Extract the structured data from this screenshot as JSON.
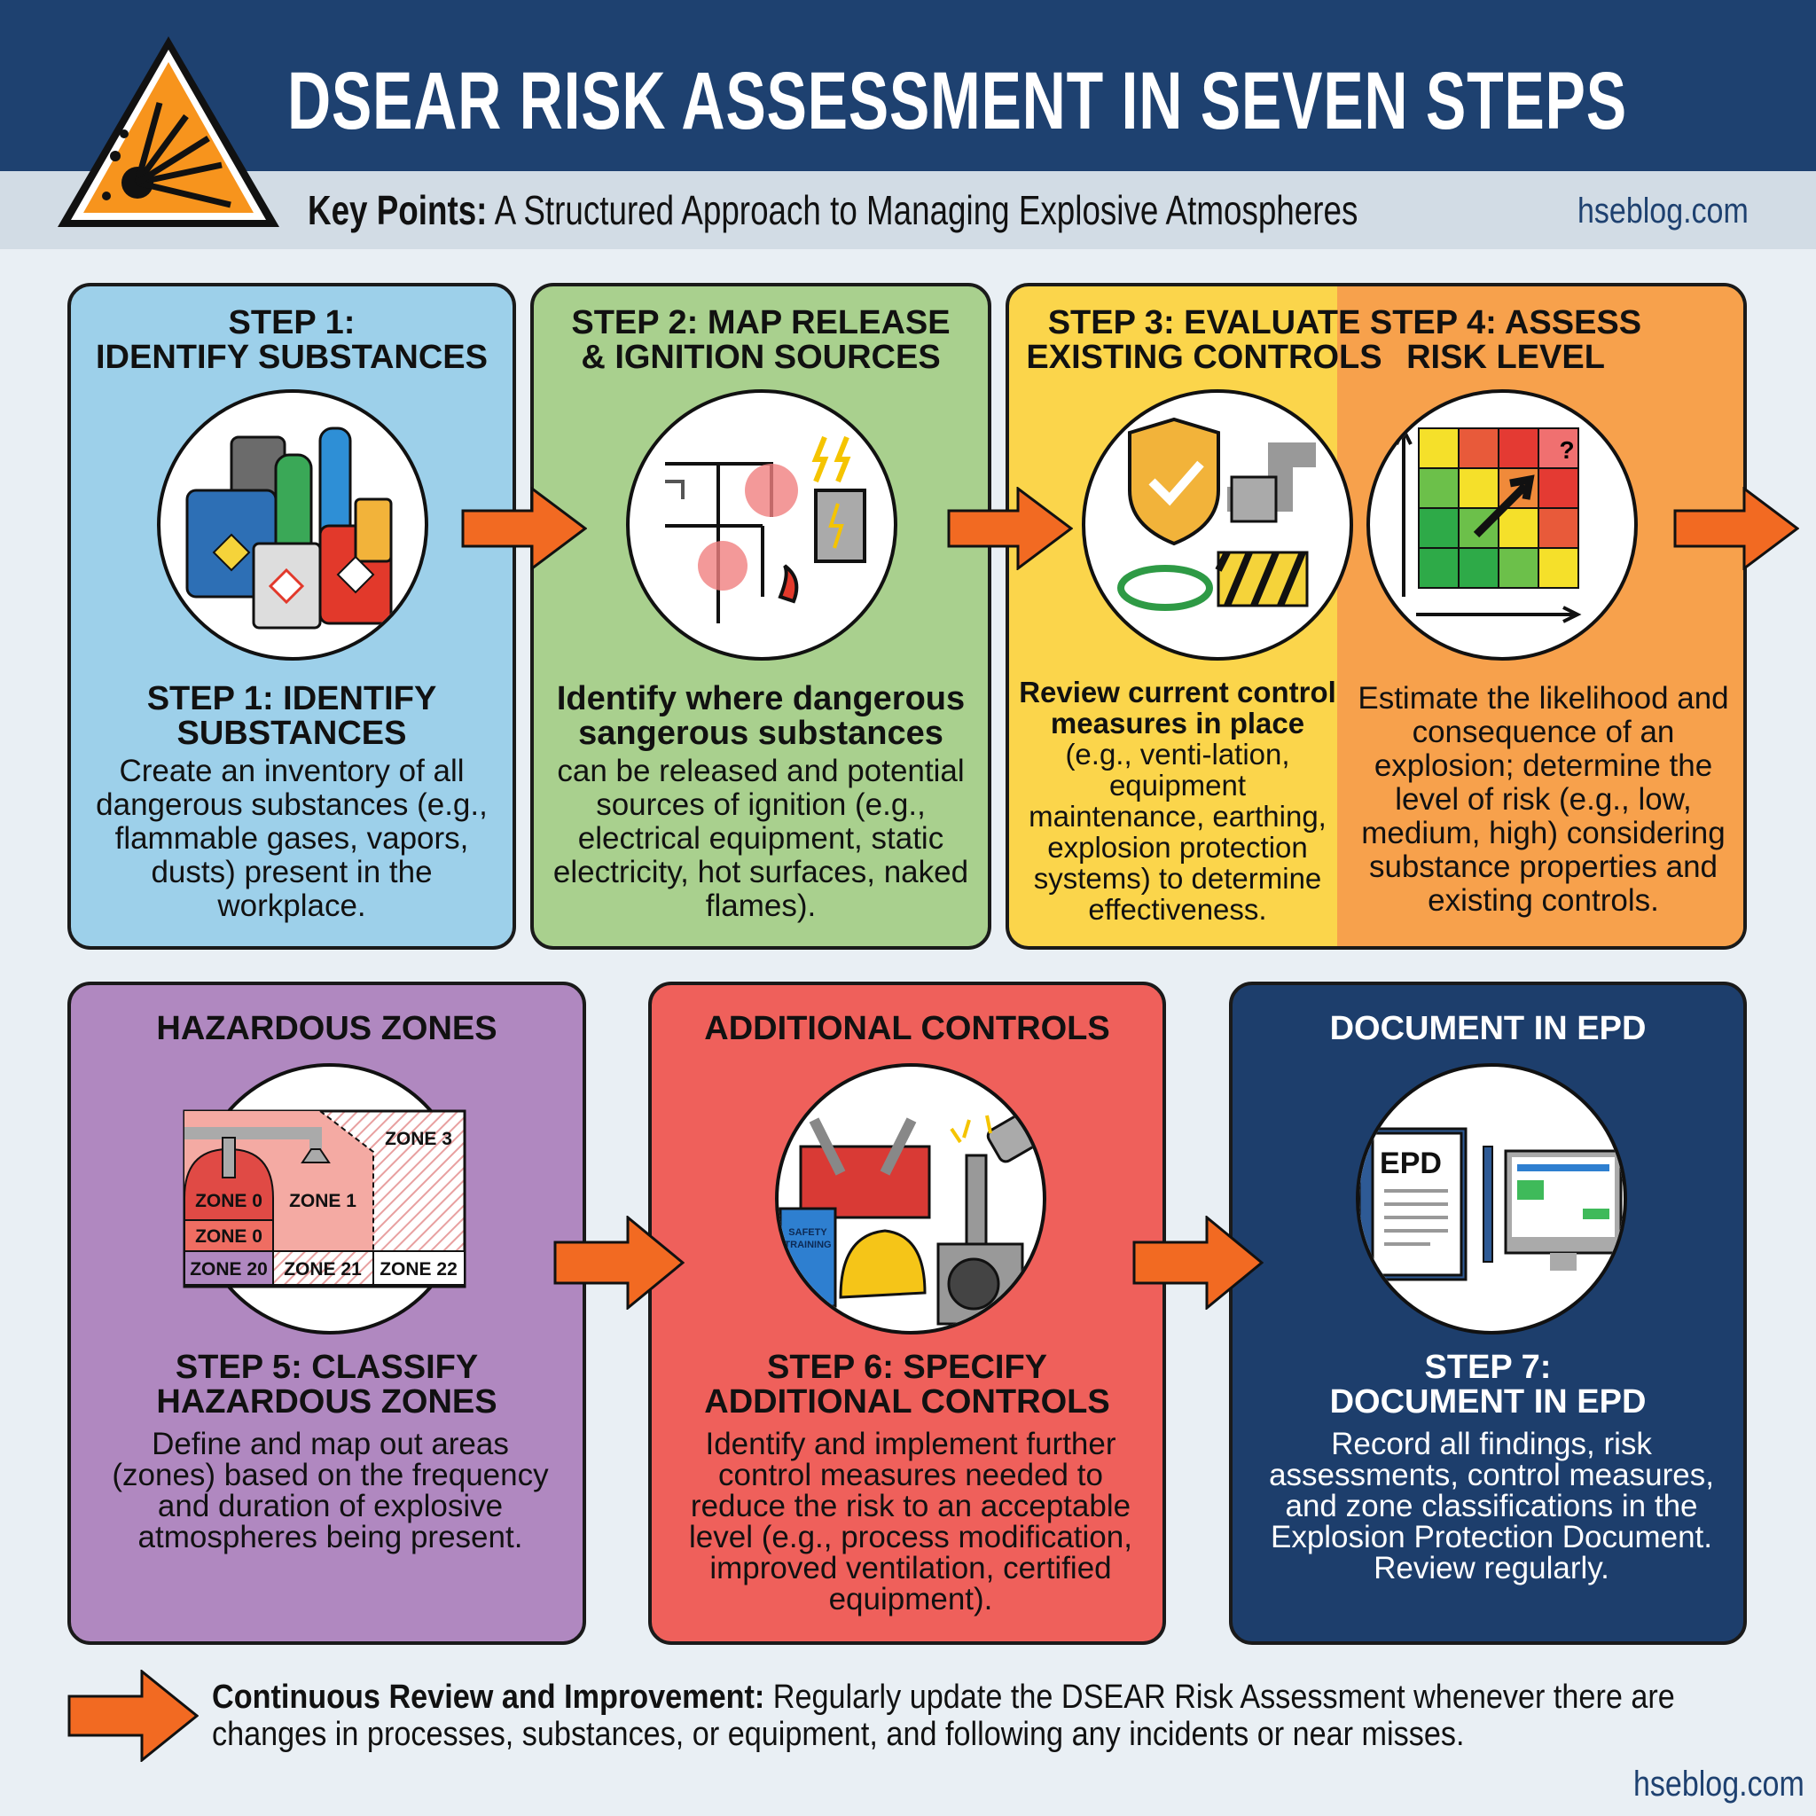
{
  "header": {
    "title": "DSEAR RISK ASSESSMENT IN SEVEN STEPS",
    "key_label": "Key Points:",
    "subtitle": " A Structured Approach to Managing Explosive Atmospheres",
    "brand": "hseblog.com"
  },
  "colors": {
    "header": "#1e4170",
    "step1": "#9dd0ea",
    "step2": "#a9d08e",
    "step3": "#fbd54b",
    "step4": "#f7a14c",
    "step5": "#b088c0",
    "step6": "#ef605b",
    "step7": "#1d3e6c",
    "arrow": "#f26a22"
  },
  "steps": [
    {
      "title_l1": "STEP 1:",
      "title_l2": "IDENTIFY SUBSTANCES",
      "body_title": "STEP 1: IDENTIFY SUBSTANCES",
      "body": "Create an inventory of all dangerous substances (e.g., flammable gases, vapors, dusts) present in the workplace.",
      "icon": "chemical-containers-icon"
    },
    {
      "title_l1": "STEP 2: MAP RELEASE",
      "title_l2": "& IGNITION SOURCES",
      "body_title": "Identify where dangerous sangerous substances",
      "body": "can be released and potential sources of ignition (e.g., electrical equipment, static electricity, hot surfaces, naked flames).",
      "icon": "floor-plan-ignition-icon"
    },
    {
      "title_l1": "STEP 3: EVALUATE",
      "title_l2": "EXISTING CONTROLS",
      "body_bold": "Review current control measures in place",
      "body": " (e.g., venti-lation, equipment maintenance, earthing, explosion protection systems) to determine effectiveness.",
      "icon": "shield-ventilation-icon"
    },
    {
      "title_l1": "STEP 4: ASSESS",
      "title_l2": "RISK LEVEL",
      "body": "Estimate the likelihood and consequence of an explosion; determine the level of risk (e.g., low, medium, high) considering substance properties and existing controls.",
      "icon": "risk-matrix-icon",
      "matrix_mark": "?"
    },
    {
      "title": "HAZARDOUS ZONES",
      "body_title_l1": "STEP 5: CLASSIFY",
      "body_title_l2": "HAZARDOUS ZONES",
      "body": "Define and map out areas (zones) based on the frequency and duration of explosive atmospheres being present.",
      "zones": [
        "ZONE 0",
        "ZONE 1",
        "ZONE 3",
        "ZONE 0",
        "ZONE 20",
        "ZONE 21",
        "ZONE 22"
      ]
    },
    {
      "title": "ADDITIONAL CONTROLS",
      "body_title_l1": "STEP 6: SPECIFY",
      "body_title_l2": "ADDITIONAL CONTROLS",
      "body": "Identify and implement further control measures needed to reduce the risk to an acceptable level (e.g., process modification, improved ventilation, certified equipment).",
      "book_l1": "SAFETY",
      "book_l2": "TRAINING"
    },
    {
      "title": "DOCUMENT IN EPD",
      "body_title_l1": "STEP 7:",
      "body_title_l2": "DOCUMENT IN EPD",
      "body": "Record all findings, risk assessments, control measures, and zone classifications in the Explosion Protection Document. Review regularly.",
      "doc_label": "EPD"
    }
  ],
  "footer": {
    "bold": "Continuous Review and Improvement:",
    "text": " Regularly update the DSEAR Risk Assessment whenever there are changes in processes, substances, or equipment, and following any incidents or near misses.",
    "brand": "hseblog.com"
  }
}
